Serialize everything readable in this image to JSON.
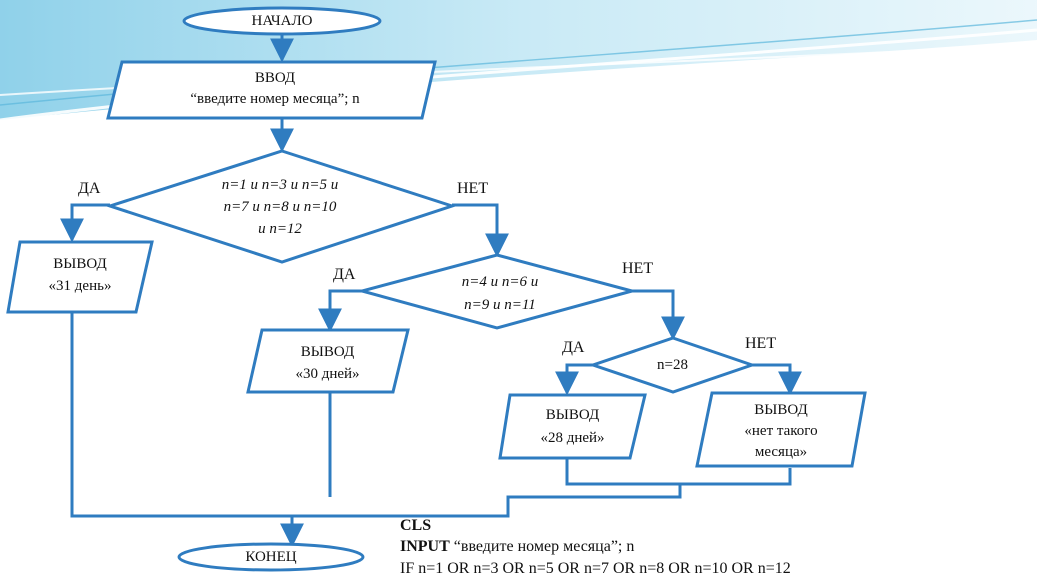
{
  "nodes": {
    "start": "НАЧАЛО",
    "input_line1": "ВВОД",
    "input_line2": "“введите номер месяца”; n",
    "decision1_line1": "n=1 и n=3 и n=5 и",
    "decision1_line2": "n=7 и n=8 и n=10",
    "decision1_line3": "и n=12",
    "out31_line1": "ВЫВОД",
    "out31_line2": "«31 день»",
    "decision2_line1": "n=4 и n=6 и",
    "decision2_line2": "n=9 и n=11",
    "out30_line1": "ВЫВОД",
    "out30_line2": "«30 дней»",
    "decision3": "n=28",
    "out28_line1": "ВЫВОД",
    "out28_line2": "«28 дней»",
    "outnone_line1": "ВЫВОД",
    "outnone_line2": "«нет такого",
    "outnone_line3": "месяца»",
    "end": "КОНЕЦ"
  },
  "labels": {
    "yes": "ДА",
    "no": "НЕТ"
  },
  "code": {
    "line1": "CLS",
    "line2_keyword": "INPUT",
    "line2_rest": "“введите номер месяца”;  n",
    "line3": "IF n=1  OR n=3  OR n=5  OR n=7  OR n=8  OR n=10  OR n=12"
  },
  "colors": {
    "accent": "#1f6fb5",
    "flow_line": "#2f7cc0",
    "header_swoosh": "#8fd3ea"
  }
}
